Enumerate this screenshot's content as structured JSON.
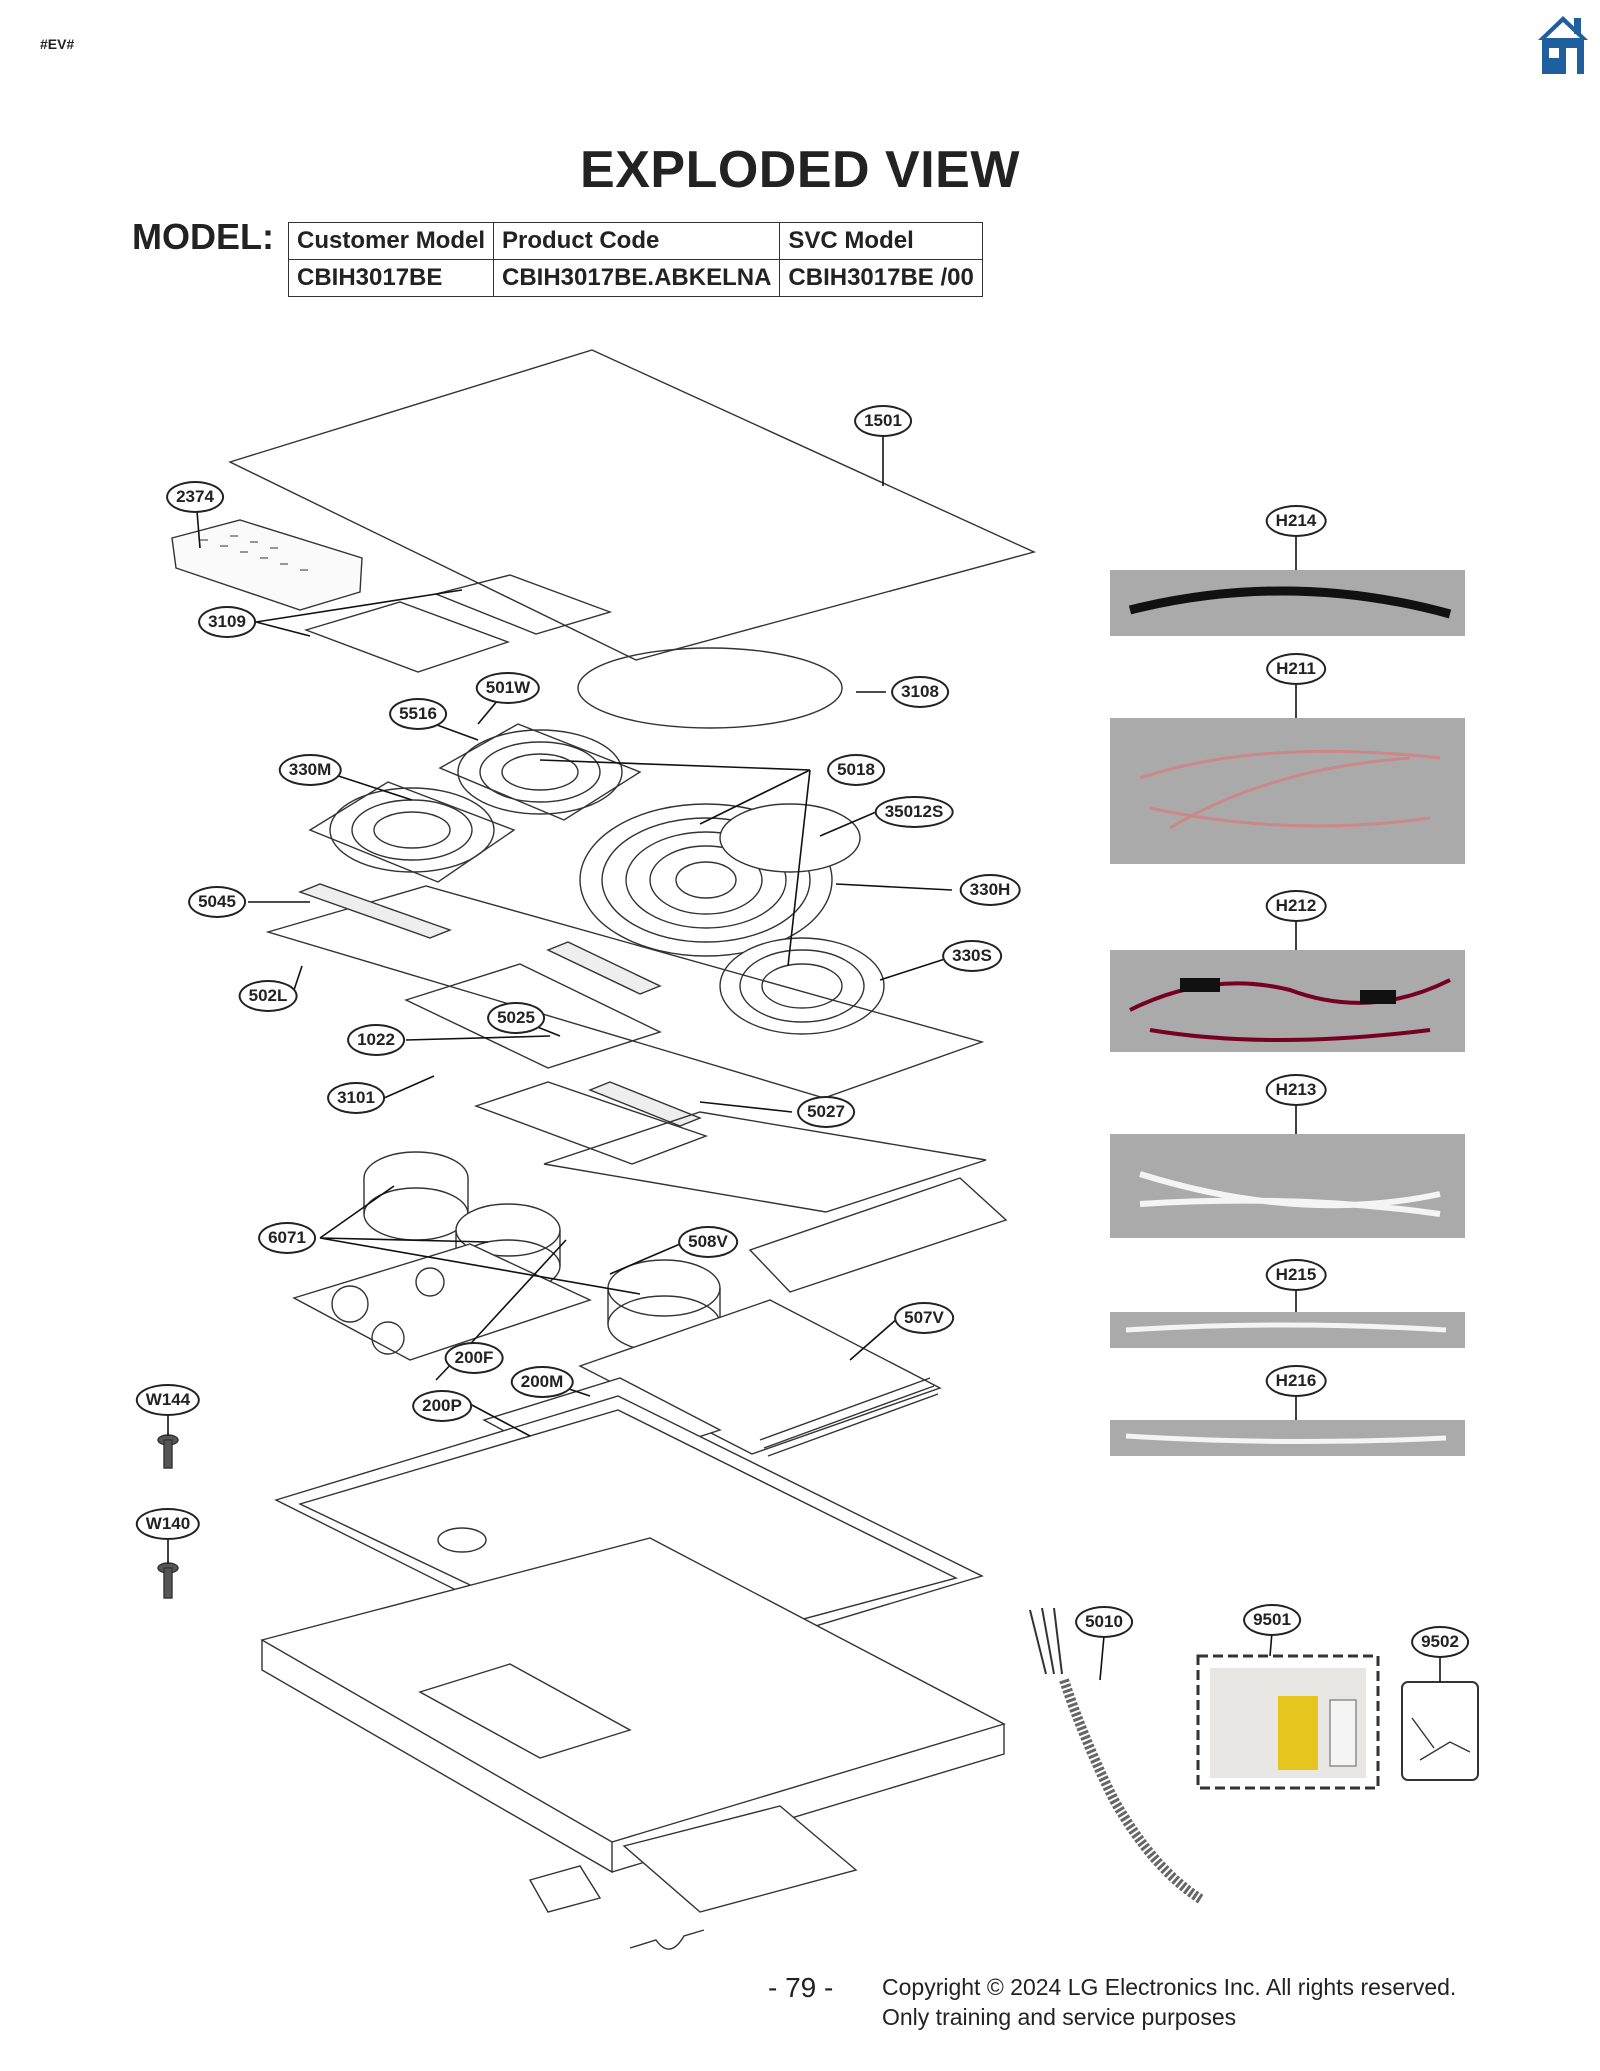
{
  "header": {
    "tag": "#EV#",
    "home_icon": "home-icon"
  },
  "title": "EXPLODED VIEW",
  "model": {
    "label": "MODEL:",
    "columns": [
      "Customer Model",
      "Product Code",
      "SVC Model"
    ],
    "values": [
      "CBIH3017BE",
      "CBIH3017BE.ABKELNA",
      "CBIH3017BE  /00"
    ]
  },
  "callouts": {
    "c1501": "1501",
    "c2374": "2374",
    "c3109": "3109",
    "c3108": "3108",
    "c501W": "501W",
    "c5516": "5516",
    "c330M": "330M",
    "c5018": "5018",
    "c35012S": "35012S",
    "c330H": "330H",
    "c5045": "5045",
    "c330S": "330S",
    "c502L": "502L",
    "c5025": "5025",
    "c1022": "1022",
    "c3101": "3101",
    "c5027": "5027",
    "c6071": "6071",
    "c508V": "508V",
    "c507V": "507V",
    "c200F": "200F",
    "c200M": "200M",
    "c200P": "200P",
    "cW144": "W144",
    "cW140": "W140",
    "c5010": "5010",
    "c9501": "9501",
    "c9502": "9502",
    "cH214": "H214",
    "cH211": "H211",
    "cH212": "H212",
    "cH213": "H213",
    "cH215": "H215",
    "cH216": "H216"
  },
  "footer": {
    "page": "- 79 -",
    "copyright_line1": "Copyright © 2024 LG Electronics Inc. All rights reserved.",
    "copyright_line2": "Only training and service purposes"
  },
  "colors": {
    "ink": "#222222",
    "home": "#1f5f9e",
    "photo_bg": "#a9aaa9"
  }
}
